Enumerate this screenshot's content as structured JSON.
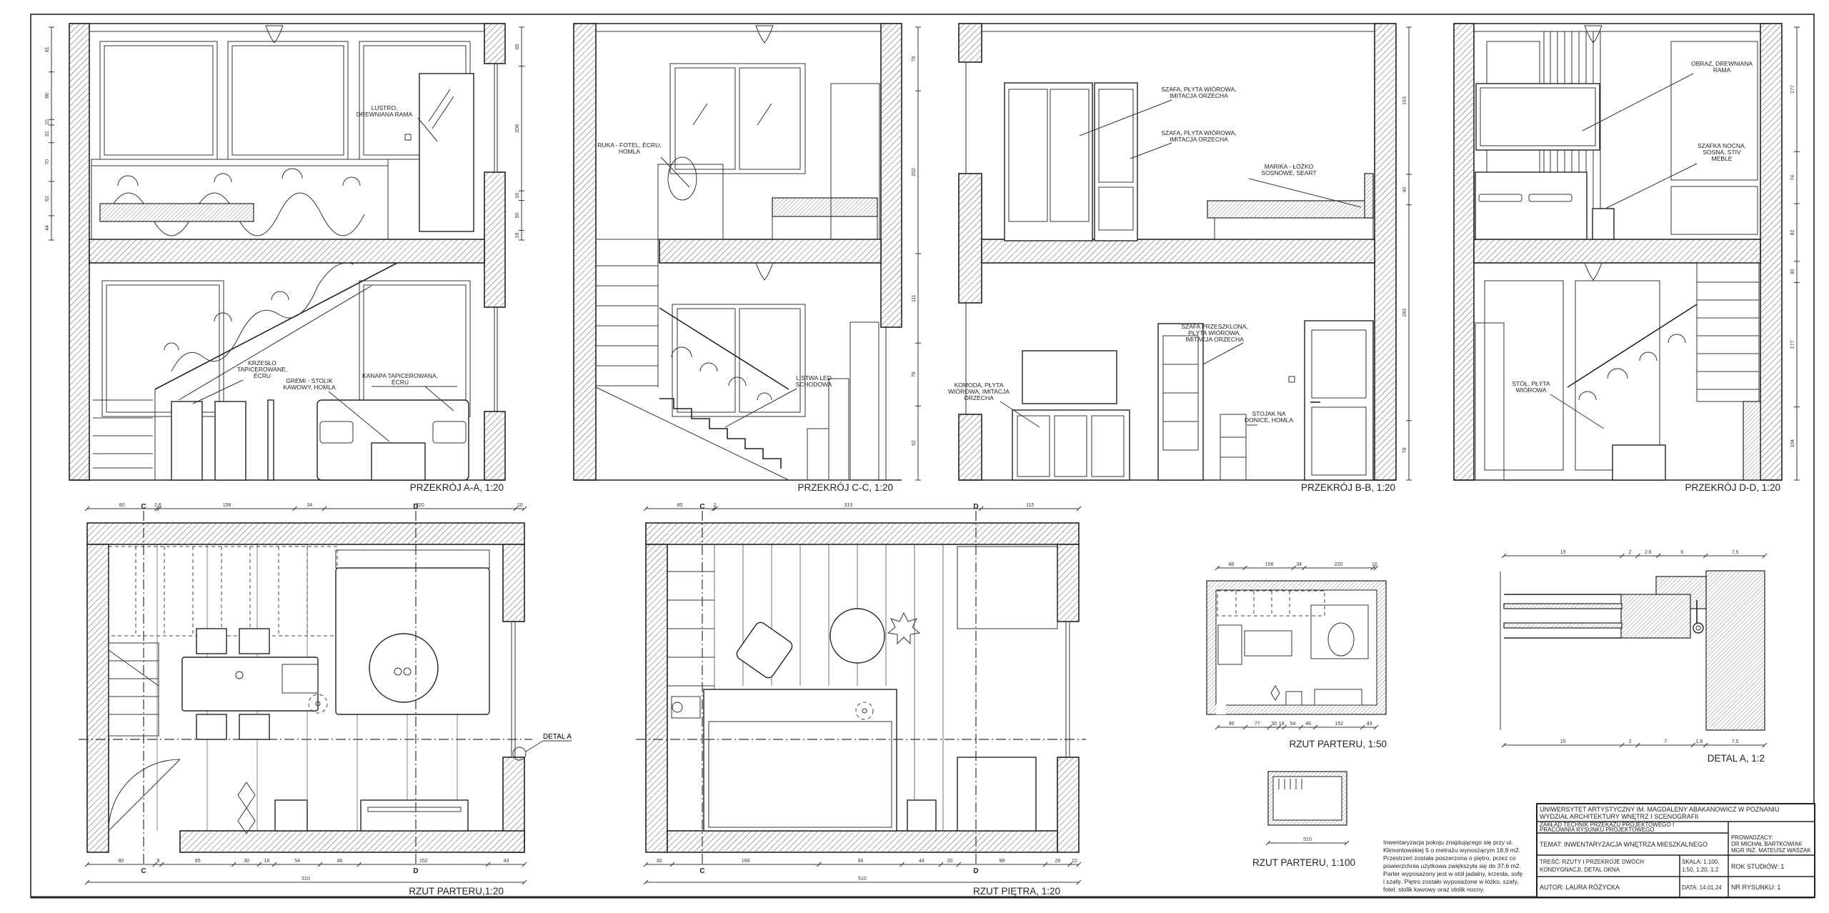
{
  "sections": {
    "aa": {
      "title": "PRZEKRÓJ A-A, 1:20",
      "labels": {
        "mirror": [
          "LUSTRO,",
          "DREWNIANA RAMA"
        ],
        "chair": [
          "KRZESŁO",
          "TAPICEROWANE,",
          "ÉCRU"
        ],
        "coffee_table": [
          "GREMI - STOLIK",
          "KAWOWY, HOMLA"
        ],
        "sofa": [
          "KANAPA TAPICEROWANA,",
          "ÉCRU"
        ]
      },
      "dims_left": [
        81,
        86,
        10,
        32,
        70,
        62,
        44
      ],
      "dims_right": [
        65,
        208,
        16,
        50,
        16
      ]
    },
    "cc": {
      "title": "PRZEKRÓJ C-C, 1:20",
      "labels": {
        "armchair": [
          "RUKA - FOTEL, ÉCRU,",
          "HOMLA"
        ],
        "led": [
          "LISTWA LED",
          "SCHODOWA"
        ]
      },
      "dims_right": [
        79,
        202,
        111,
        78,
        92
      ]
    },
    "bb": {
      "title": "PRZEKRÓJ B-B, 1:20",
      "labels": {
        "wardrobe1": [
          "SZAFA, PŁYTA WIÓROWA,",
          "IMITACJA ORZECHA"
        ],
        "wardrobe2": [
          "SZAFA, PŁYTA WIÓROWA,",
          "IMITACJA ORZECHA"
        ],
        "bed": [
          "MARIKA - ŁÓŻKO",
          "SOSNOWE, SEART"
        ],
        "glass_cabinet": [
          "SZAFA PRZESZKLONA,",
          "PŁYTA WIÓROWA,",
          "IMITACJA ORZECHA"
        ],
        "dresser": [
          "KOMODA, PŁYTA",
          "WIÓROWA, IMITACJA",
          "ORZECHA"
        ],
        "plant_stand": [
          "STOJAK NA",
          "DONICE, HOMLA"
        ]
      },
      "dims_right": [
        193,
        40,
        283,
        78
      ]
    },
    "dd": {
      "title": "PRZEKRÓJ D-D, 1:20",
      "labels": {
        "painting": [
          "OBRAZ, DREWNIANA",
          "RAMA"
        ],
        "nightstand": [
          "SZAFKA NOCNA,",
          "SOSNA, STIV",
          "MEBLE"
        ],
        "table": [
          "STÓŁ, PŁYTA",
          "WIÓROWA"
        ]
      },
      "dims_right": [
        177,
        74,
        82,
        30,
        177,
        104
      ]
    }
  },
  "plans": {
    "ground": {
      "title": "RZUT PARTERU,1:20",
      "detail_marker": "DETAL A",
      "section_marks": [
        "C",
        "D",
        "C",
        "D"
      ],
      "dims_top": [
        80,
        2.6,
        156,
        34,
        220,
        10
      ],
      "dims_bottom": [
        80,
        8,
        85,
        30,
        18,
        54,
        46,
        152,
        43
      ],
      "total": [
        510
      ]
    },
    "upper": {
      "title": "RZUT PIĘTRA, 1:20",
      "section_marks": [
        "C",
        "D",
        "C",
        "D"
      ],
      "dims_top": [
        80,
        2,
        313,
        115
      ],
      "dims_bottom": [
        30,
        166,
        94,
        44,
        20,
        98,
        28,
        10
      ],
      "total": [
        510
      ]
    },
    "ground_50": {
      "title": "RZUT PARTERU, 1:50",
      "dims_top": [
        88,
        156,
        34,
        220,
        10
      ],
      "dims_bottom": [
        90,
        77,
        30,
        18,
        54,
        46,
        152,
        43
      ]
    },
    "ground_100": {
      "title": "RZUT PARTERU, 1:100",
      "dims_bottom": [
        510
      ]
    },
    "detail": {
      "title": "DETAL A, 1:2",
      "dims_top": [
        15,
        2,
        2.6,
        6,
        7.5
      ],
      "dims_bottom": [
        15,
        2,
        7,
        1.6,
        7.5
      ]
    }
  },
  "description": [
    "Inwentaryzacja pokoju znajdującego się przy ul.",
    "Klimontowskiej 5 o metrażu wynoszącym 18,9 m2.",
    "Przestrzeń została poszerzona o piętro, przez co",
    "powierzchnia użytkowa zwiększyła się do 37,6 m2.",
    "Parter wyposażony jest w stół jadalny, krzesła, sofę",
    "i szafę. Piętro zostało wyposażone w łóżko, szafy,",
    "fotel, stolik kawowy oraz stolik nocny."
  ],
  "title_block": {
    "university": [
      "UNIWERSYTET ARTYSTYCZNY IM. MAGDALENY ABAKANOWICZ W POZNANIU",
      "WYDZIAŁ ARCHITEKTURY WNĘTRZ I SCENOGRAFII"
    ],
    "department": [
      "ZAKŁAD TECHNIK PRZEKAZU PROJEKTOWEGO I",
      "PRACOWNIA RYSUNKU PROJEKTOWEGO"
    ],
    "supervisors": [
      "PROWADZĄCY:",
      "DR MICHAŁ BARTKOWIAK",
      "MGR INŻ. MATEUSZ WASZAK"
    ],
    "topic": "TEMAT: INWENTARYZACJA WNĘTRZA MIESZKALNEGO",
    "content": [
      "TREŚĆ: RZUTY I PRZEKROJE DWÓCH",
      "KONDYGNACJI, DETAL OKNA"
    ],
    "scale": [
      "SKALA: 1:100,",
      "1:50, 1:20, 1:2"
    ],
    "year": "ROK STUDIÓW: 1",
    "author": "AUTOR: LAURA RÓŻYCKA",
    "date": "DATA: 14.01.24",
    "sheet": "NR RYSUNKU: 1"
  }
}
